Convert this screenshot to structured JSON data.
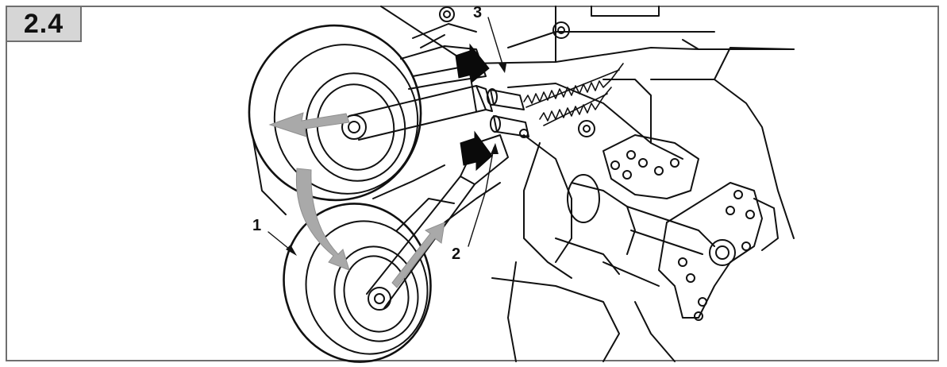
{
  "figure": {
    "label": "2.4"
  },
  "callouts": {
    "c1": "1",
    "c2": "2",
    "c3": "3"
  },
  "colors": {
    "line": "#111111",
    "gray_arrow": "#a9a9a9",
    "black_arrow": "#0a0a0a",
    "label_bg": "#d6d6d6",
    "frame": "#6f6f6f"
  }
}
